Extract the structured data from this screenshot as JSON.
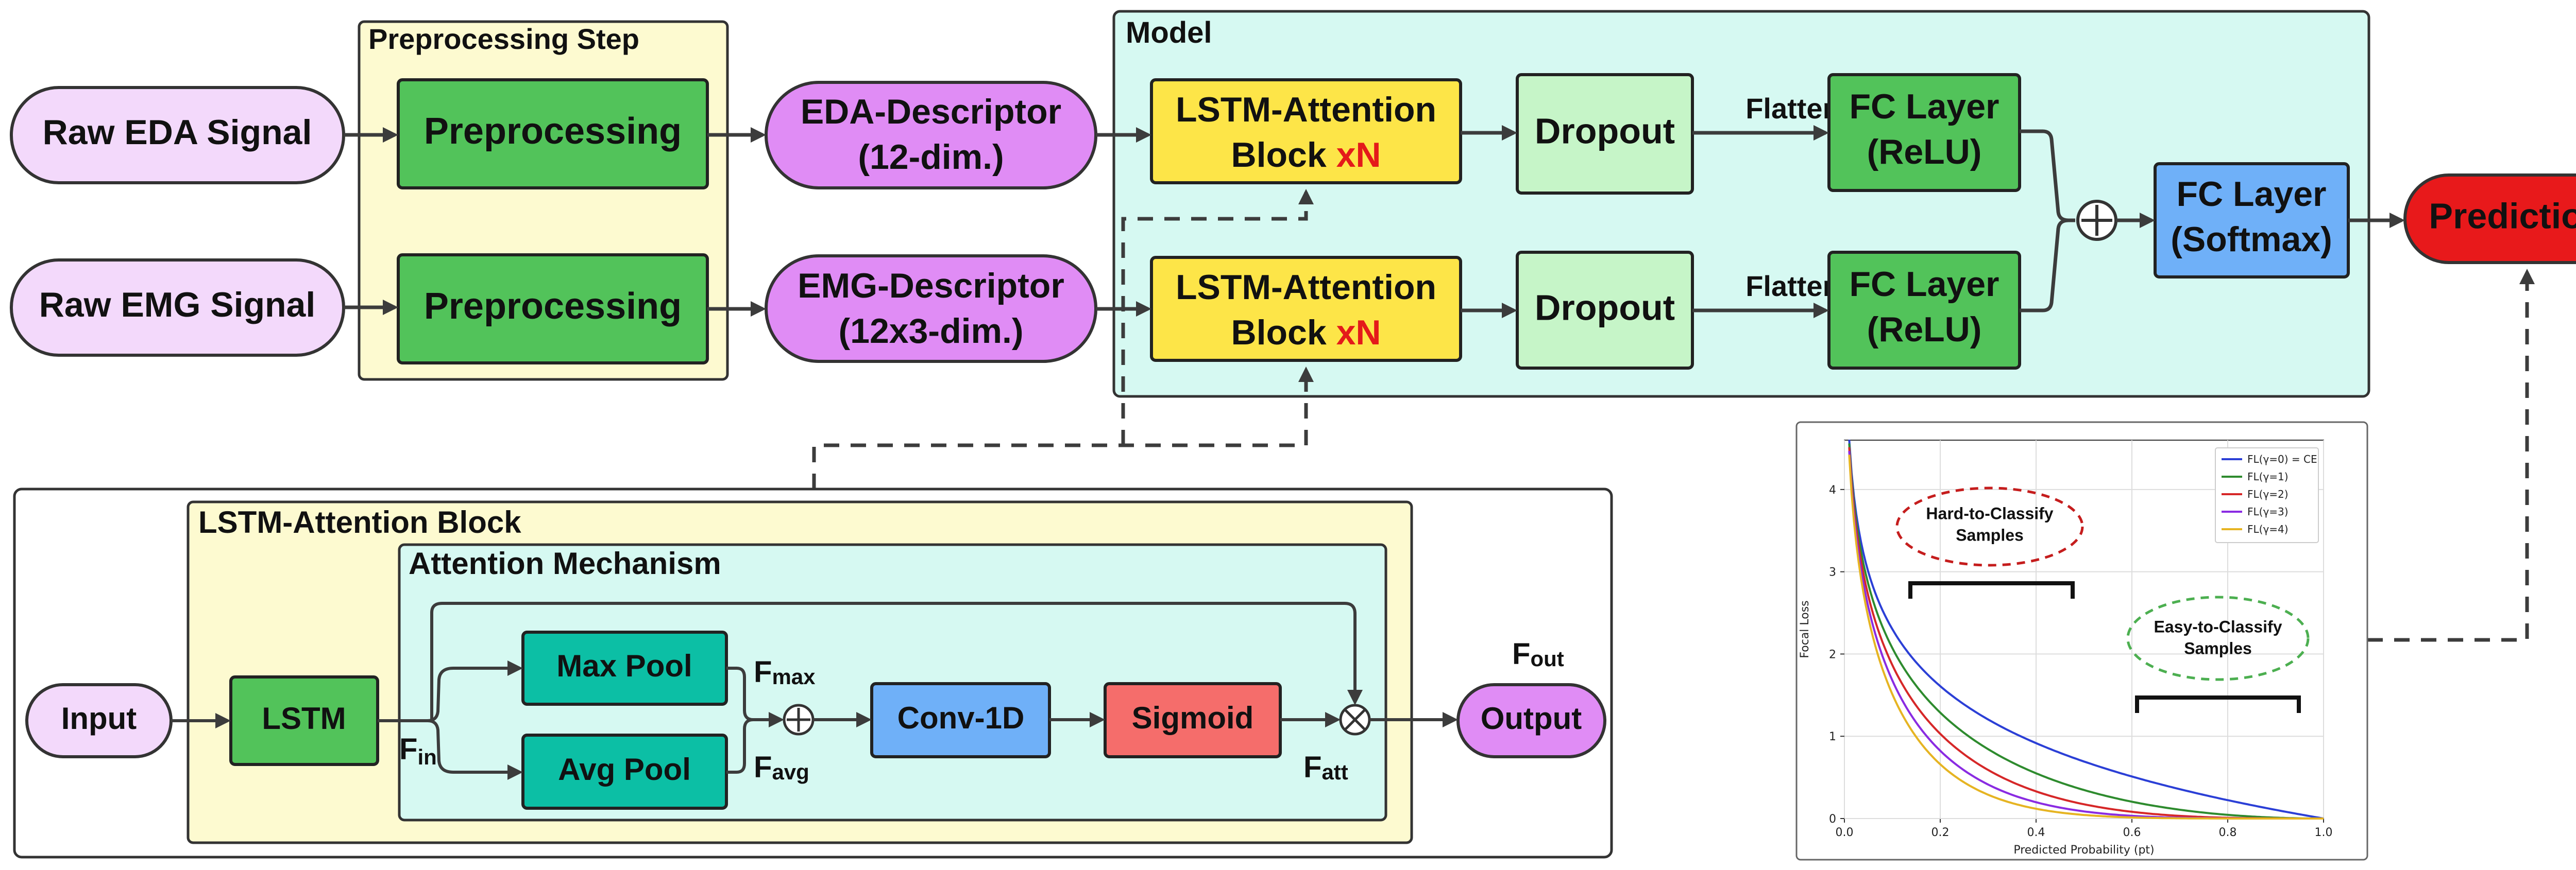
{
  "inputs": {
    "raw_eda": "Raw EDA Signal",
    "raw_emg": "Raw EMG Signal"
  },
  "preprocessing": {
    "group_title": "Preprocessing Step",
    "block_label": "Preprocessing"
  },
  "descriptors": {
    "eda_line1": "EDA-Descriptor",
    "eda_line2": "(12-dim.)",
    "emg_line1": "EMG-Descriptor",
    "emg_line2": "(12x3-dim.)"
  },
  "model": {
    "title": "Model",
    "lstm_line1": "LSTM-Attention",
    "lstm_line2_a": "Block ",
    "lstm_line2_b": "xN",
    "dropout": "Dropout",
    "flatten": "Flatten",
    "fc_relu_line1": "FC Layer",
    "fc_relu_line2": "(ReLU)",
    "fc_softmax_line1": "FC Layer",
    "fc_softmax_line2": "(Softmax)",
    "plus_symbol": "⊕"
  },
  "output": {
    "predictions": "Predictions"
  },
  "lstm_block_detail": {
    "title": "LSTM-Attention Block",
    "input": "Input",
    "lstm": "LSTM",
    "output": "Output",
    "f_in_main": "F",
    "f_in_sub": "in",
    "f_out_main": "F",
    "f_out_sub": "out",
    "attention": {
      "title": "Attention Mechanism",
      "max_pool": "Max Pool",
      "avg_pool": "Avg Pool",
      "f_max_main": "F",
      "f_max_sub": "max",
      "f_avg_main": "F",
      "f_avg_sub": "avg",
      "conv": "Conv-1D",
      "sigmoid": "Sigmoid",
      "f_att_main": "F",
      "f_att_sub": "att",
      "plus_symbol": "⊕",
      "times_symbol": "⊗"
    }
  },
  "focal_loss_panel": {
    "annotation_hard_line1": "Hard-to-Classify",
    "annotation_hard_line2": "Samples",
    "annotation_easy_line1": "Easy-to-Classify",
    "annotation_easy_line2": "Samples"
  },
  "colors": {
    "purple_light": "#f3d9fb",
    "purple": "#e08cf5",
    "green": "#52c35a",
    "green_light": "#c6f5c8",
    "yellow": "#fde548",
    "yellow_bg": "#fdfad0",
    "cyan_bg": "#d6f9f2",
    "teal": "#0cbfa5",
    "blue": "#6fb0f8",
    "red_block": "#f56d6b",
    "predictions_red": "#e8191b",
    "accent_red": "#e41a1a"
  },
  "chart_data": {
    "type": "line",
    "xlabel": "Predicted Probability (pt)",
    "ylabel": "Focal Loss",
    "xlim": [
      0,
      1
    ],
    "ylim": [
      0,
      4.6
    ],
    "xticks": [
      "0.0",
      "0.2",
      "0.4",
      "0.6",
      "0.8",
      "1.0"
    ],
    "yticks": [
      "0",
      "1",
      "2",
      "3",
      "4"
    ],
    "grid": true,
    "legend_position": "top-right",
    "series": [
      {
        "name": "FL(γ=0) = CE",
        "gamma": 0,
        "color": "#2b3fd6"
      },
      {
        "name": "FL(γ=1)",
        "gamma": 1,
        "color": "#2e8b2e"
      },
      {
        "name": "FL(γ=2)",
        "gamma": 2,
        "color": "#d62728"
      },
      {
        "name": "FL(γ=3)",
        "gamma": 3,
        "color": "#8a2be2"
      },
      {
        "name": "FL(γ=4)",
        "gamma": 4,
        "color": "#e6b422"
      }
    ]
  }
}
